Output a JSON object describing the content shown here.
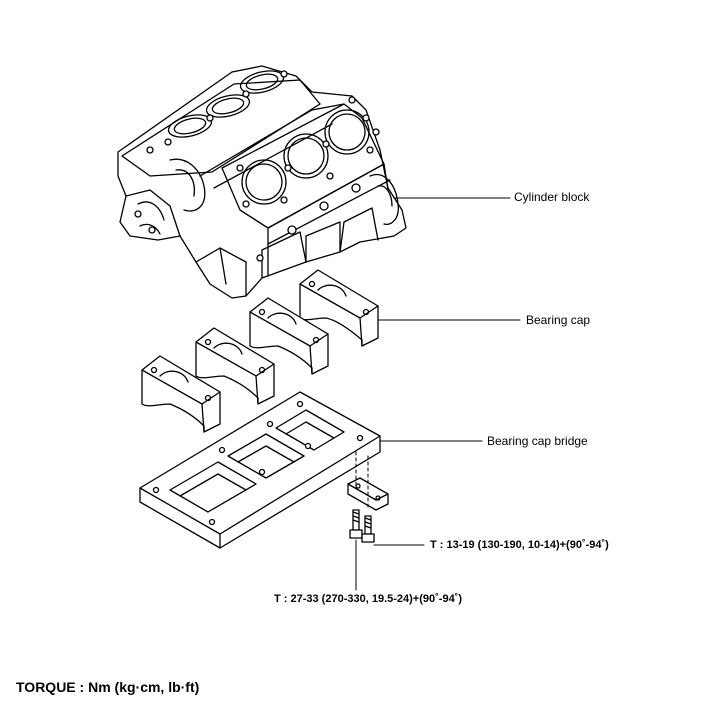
{
  "labels": {
    "cylinder_block": "Cylinder block",
    "bearing_cap": "Bearing cap",
    "bearing_cap_bridge": "Bearing cap bridge"
  },
  "torque_specs": {
    "bridge_bolt": "T : 13-19 (130-190, 10-14)+(90˚-94˚)",
    "main_bolt": "T : 27-33 (270-330, 19.5-24)+(90˚-94˚)"
  },
  "legend": {
    "torque_units": "TORQUE : Nm (kg·cm, lb·ft)"
  }
}
